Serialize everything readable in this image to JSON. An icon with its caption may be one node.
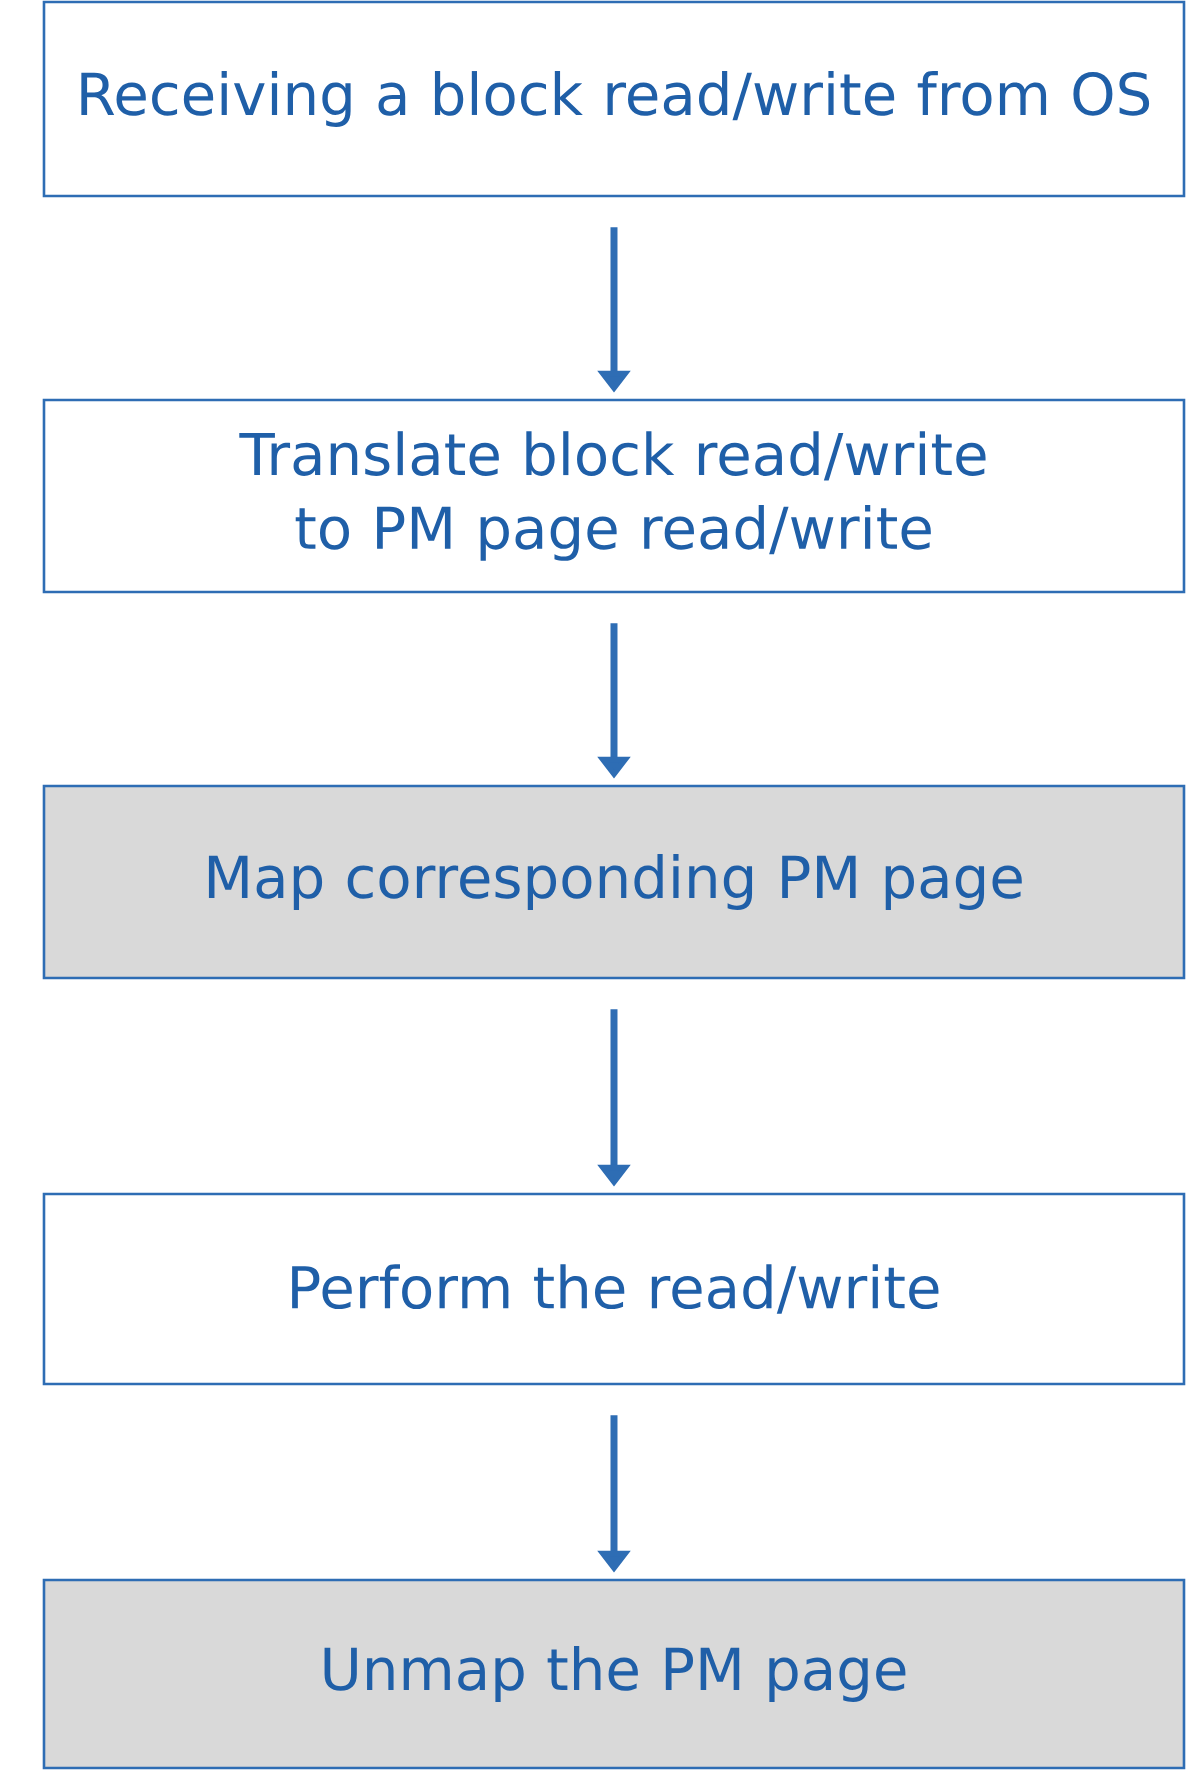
{
  "diagram": {
    "nodes": [
      {
        "text": [
          "Receiving a block read/write from OS"
        ]
      },
      {
        "text": [
          "Translate block read/write to PM page read/write"
        ]
      },
      {
        "text": [
          "Map corresponding PM page"
        ]
      },
      {
        "text": [
          "Perform the read/write"
        ]
      },
      {
        "text": [
          "Unmap the PM page"
        ]
      }
    ],
    "edges": [
      {
        "from": 0,
        "to": 1,
        "arrow": "to"
      },
      {
        "from": 1,
        "to": 2,
        "arrow": "to"
      },
      {
        "from": 2,
        "to": 3,
        "arrow": "to"
      },
      {
        "from": 3,
        "to": 4,
        "arrow": "to"
      }
    ]
  }
}
